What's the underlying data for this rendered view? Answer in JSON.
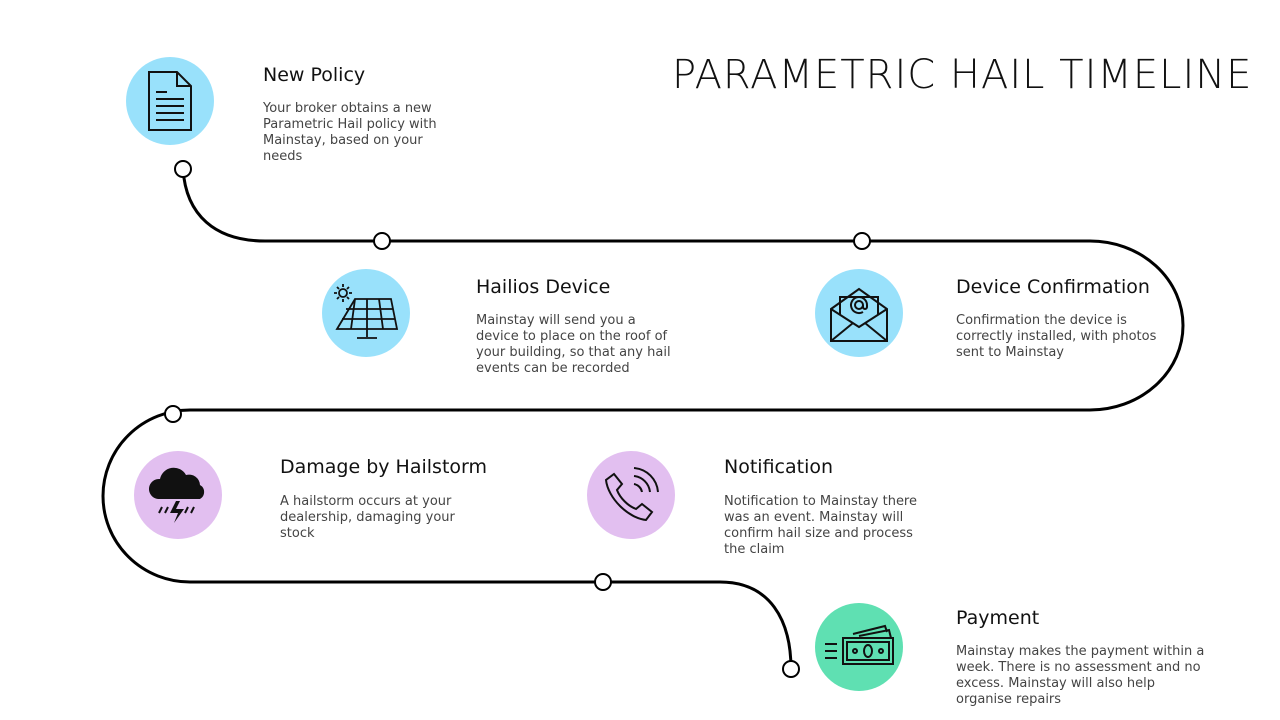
{
  "title": "PARAMETRIC HAIL TIMELINE",
  "colors": {
    "blue": "#99e1fb",
    "purple": "#e2bff0",
    "green": "#5fe0b2"
  },
  "steps": [
    {
      "title": "New Policy",
      "description": "Your broker obtains a new Parametric Hail policy with Mainstay, based on your needs",
      "icon": "document-icon"
    },
    {
      "title": "Hailios Device",
      "description": "Mainstay will send you a device to place on the roof of your building, so that any hail events can be recorded",
      "icon": "solar-panel-icon"
    },
    {
      "title": "Device Confirmation",
      "description": "Confirmation the device is correctly installed, with photos sent to Mainstay",
      "icon": "email-envelope-icon"
    },
    {
      "title": "Damage by Hailstorm",
      "description": "A hailstorm occurs at your dealership, damaging your stock",
      "icon": "storm-cloud-icon"
    },
    {
      "title": "Notification",
      "description": "Notification to Mainstay there was an event. Mainstay will confirm hail size and process the claim",
      "icon": "phone-call-icon"
    },
    {
      "title": "Payment",
      "description": "Mainstay makes the payment within a week. There is no assessment and no excess. Mainstay will also help organise repairs",
      "icon": "money-icon"
    }
  ]
}
